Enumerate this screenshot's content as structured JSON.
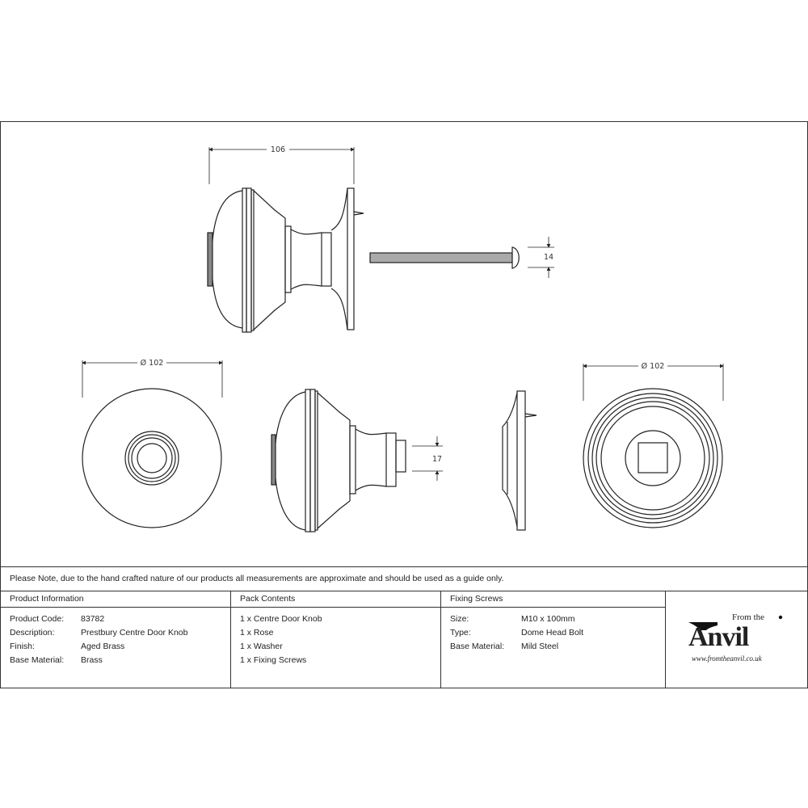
{
  "dimensions": {
    "width_side": "106",
    "bolt_head": "14",
    "diameter_left": "Ø 102",
    "diameter_right": "Ø 102",
    "spindle": "17"
  },
  "note": "Please Note, due to the hand crafted nature of our products all measurements are approximate and should be used as a guide only.",
  "product_information": {
    "header": "Product Information",
    "rows": [
      {
        "label": "Product Code:",
        "value": "83782"
      },
      {
        "label": "Description:",
        "value": "Prestbury Centre Door Knob"
      },
      {
        "label": "Finish:",
        "value": "Aged Brass"
      },
      {
        "label": "Base Material:",
        "value": "Brass"
      }
    ]
  },
  "pack_contents": {
    "header": "Pack Contents",
    "items": [
      "1 x Centre Door Knob",
      "1 x Rose",
      "1 x Washer",
      "1 x Fixing Screws"
    ]
  },
  "fixing_screws": {
    "header": "Fixing Screws",
    "rows": [
      {
        "label": "Size:",
        "value": "M10 x 100mm"
      },
      {
        "label": "Type:",
        "value": "Dome Head Bolt"
      },
      {
        "label": "Base Material:",
        "value": "Mild Steel"
      }
    ]
  },
  "logo": {
    "from_the": "From the",
    "brand": "Anvil",
    "url": "www.fromtheanvil.co.uk"
  }
}
